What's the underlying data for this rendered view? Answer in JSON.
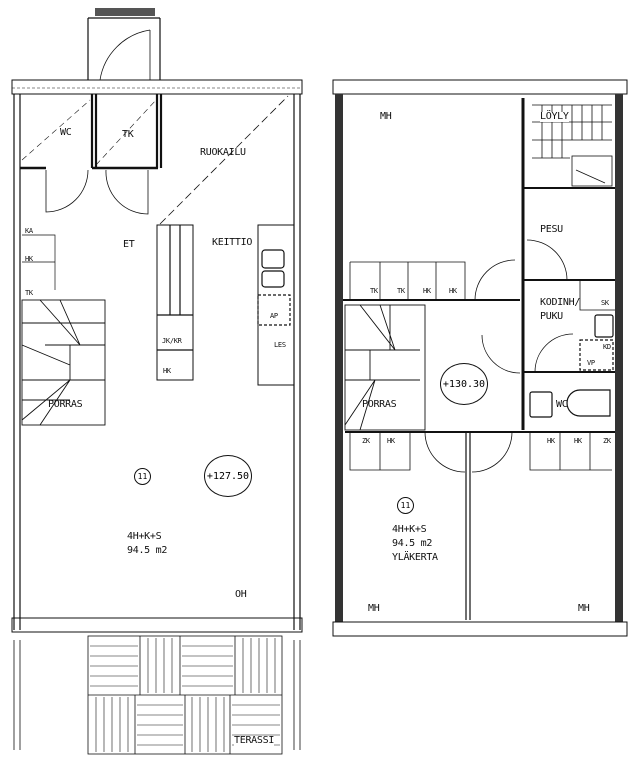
{
  "ground_floor": {
    "rooms": {
      "wc": "WC",
      "tk": "TK",
      "ruokailu": "RUOKAILU",
      "et": "ET",
      "keittio": "KEITTIO",
      "porras": "PORRAS",
      "oh": "OH",
      "terassi": "TERASSI"
    },
    "fixtures": {
      "ka": "KA",
      "hk": "HK",
      "tk": "TK",
      "ap": "AP",
      "les": "LES",
      "jkkr": "JK/KR",
      "hk2": "HK"
    },
    "apartment_number": "11",
    "apartment_type": "4H+K+S",
    "area": "94.5 m2",
    "level": "+127.50"
  },
  "upper_floor": {
    "rooms": {
      "mh1": "MH",
      "loyly": "LÖYLY",
      "pesu": "PESU",
      "kodinh": "KODINH/",
      "puku": "PUKU",
      "porras": "PORRAS",
      "wc": "WC",
      "mh2": "MH",
      "mh3": "MH"
    },
    "fixtures": {
      "tk1": "TK",
      "tk2": "TK",
      "hk1": "HK",
      "hk2": "HK",
      "sk": "SK",
      "kd": "KD",
      "vp": "VP",
      "zk": "ZK",
      "hk3": "HK",
      "hk4": "HK",
      "hk5": "HK",
      "zk2": "ZK"
    },
    "apartment_number": "11",
    "apartment_type": "4H+K+S",
    "area": "94.5 m2",
    "floor_name": "YLÄKERTA",
    "level": "+130.30"
  }
}
